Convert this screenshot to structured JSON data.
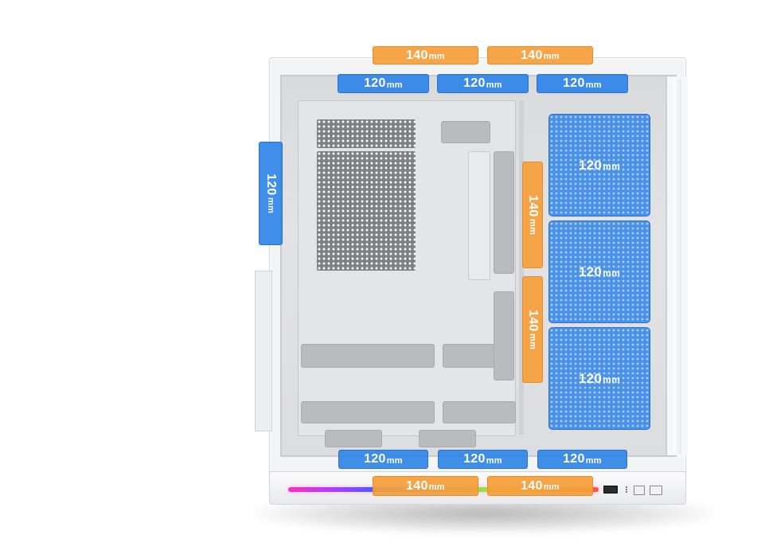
{
  "case": {
    "colors": {
      "accent_blue": "#2f84e8",
      "accent_orange": "#f59e3a",
      "case_white": "#f3f4f5"
    }
  },
  "fan_slots": {
    "top_140": [
      {
        "size": "140",
        "unit": "mm"
      },
      {
        "size": "140",
        "unit": "mm"
      }
    ],
    "top_120": [
      {
        "size": "120",
        "unit": "mm"
      },
      {
        "size": "120",
        "unit": "mm"
      },
      {
        "size": "120",
        "unit": "mm"
      }
    ],
    "rear_120": {
      "size": "120",
      "unit": "mm"
    },
    "side_140": [
      {
        "size": "140",
        "unit": "mm"
      },
      {
        "size": "140",
        "unit": "mm"
      }
    ],
    "front_120": [
      {
        "size": "120",
        "unit": "mm"
      },
      {
        "size": "120",
        "unit": "mm"
      },
      {
        "size": "120",
        "unit": "mm"
      }
    ],
    "bottom_120": [
      {
        "size": "120",
        "unit": "mm"
      },
      {
        "size": "120",
        "unit": "mm"
      },
      {
        "size": "120",
        "unit": "mm"
      }
    ],
    "bottom_140": [
      {
        "size": "140",
        "unit": "mm"
      },
      {
        "size": "140",
        "unit": "mm"
      }
    ]
  },
  "icons": [
    "usb-port-icon",
    "audio-jack-icon",
    "power-button-icon"
  ]
}
